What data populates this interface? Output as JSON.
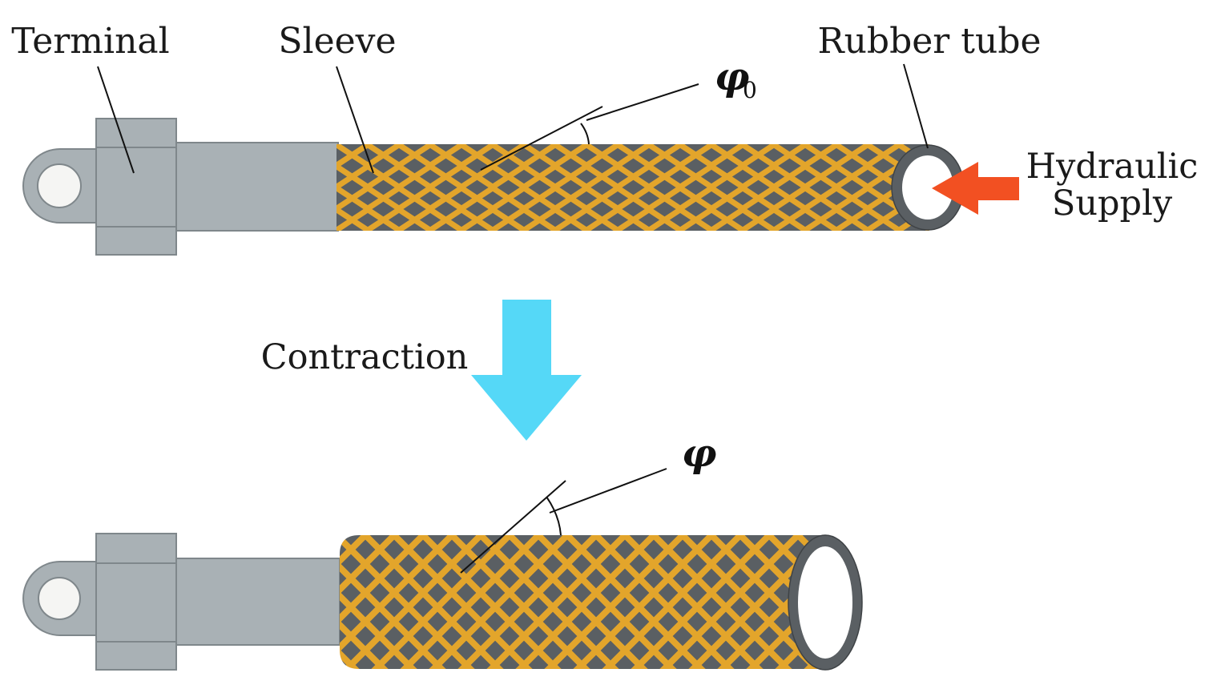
{
  "labels": {
    "terminal": "Terminal",
    "sleeve": "Sleeve",
    "rubber_tube": "Rubber tube",
    "hydraulic_line1": "Hydraulic",
    "hydraulic_line2": "Supply",
    "contraction": "Contraction",
    "phi0_symbol": "φ",
    "phi0_subscript": "0",
    "phi_symbol": "φ"
  },
  "colors": {
    "terminal_metal": "#a9b1b5",
    "sleeve_mesh": "#e3a52b",
    "sleeve_gap": "#5a5f63",
    "rubber_tube": "#5a5f63",
    "hydraulic_arrow": "#f25022",
    "contraction_arrow": "#55d8f7"
  }
}
